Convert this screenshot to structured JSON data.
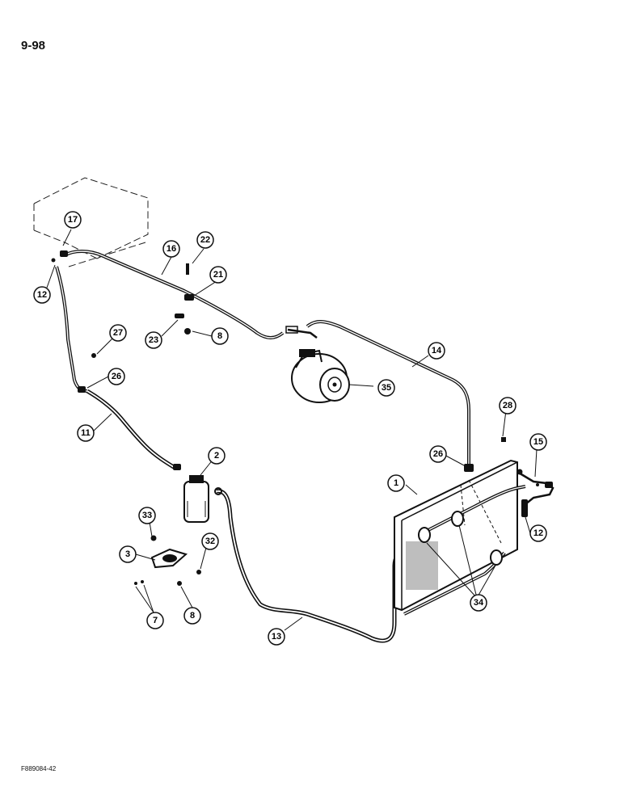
{
  "page": {
    "number": "9-98",
    "figure_code": "F889084-42"
  },
  "diagram": {
    "parts": [
      "1",
      "2",
      "3",
      "7",
      "8",
      "8",
      "11",
      "12",
      "12",
      "13",
      "14",
      "15",
      "16",
      "17",
      "21",
      "22",
      "23",
      "26",
      "26",
      "27",
      "28",
      "32",
      "33",
      "34",
      "35"
    ]
  },
  "callouts": [
    {
      "id": "c17",
      "label": "17"
    },
    {
      "id": "c16",
      "label": "16"
    },
    {
      "id": "c22",
      "label": "22"
    },
    {
      "id": "c21",
      "label": "21"
    },
    {
      "id": "c12a",
      "label": "12"
    },
    {
      "id": "c23",
      "label": "23"
    },
    {
      "id": "c8a",
      "label": "8"
    },
    {
      "id": "c27",
      "label": "27"
    },
    {
      "id": "c26a",
      "label": "26"
    },
    {
      "id": "c14",
      "label": "14"
    },
    {
      "id": "c35",
      "label": "35"
    },
    {
      "id": "c11",
      "label": "11"
    },
    {
      "id": "c2",
      "label": "2"
    },
    {
      "id": "c28",
      "label": "28"
    },
    {
      "id": "c15",
      "label": "15"
    },
    {
      "id": "c26b",
      "label": "26"
    },
    {
      "id": "c1",
      "label": "1"
    },
    {
      "id": "c33",
      "label": "33"
    },
    {
      "id": "c32",
      "label": "32"
    },
    {
      "id": "c3",
      "label": "3"
    },
    {
      "id": "c12b",
      "label": "12"
    },
    {
      "id": "c34",
      "label": "34"
    },
    {
      "id": "c7",
      "label": "7"
    },
    {
      "id": "c8b",
      "label": "8"
    },
    {
      "id": "c13",
      "label": "13"
    }
  ]
}
